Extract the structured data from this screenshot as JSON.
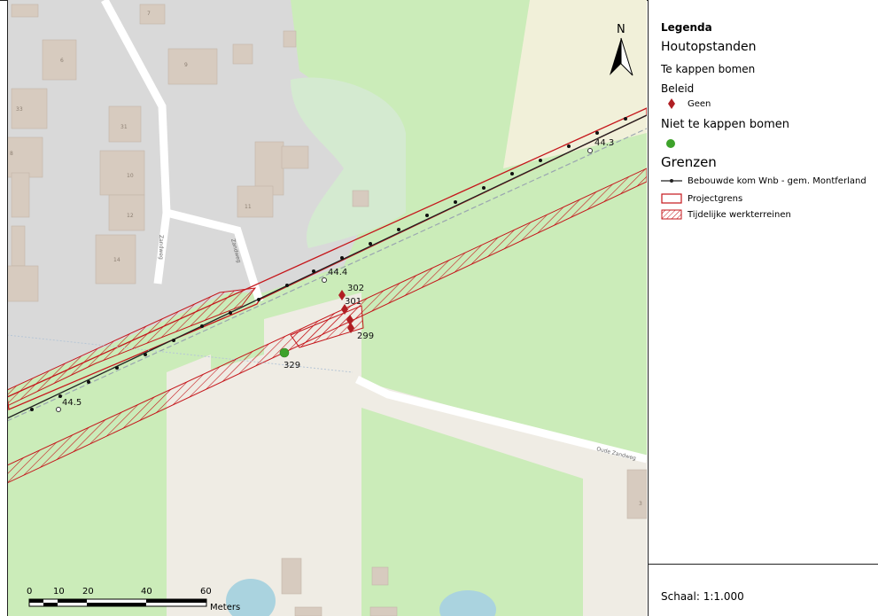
{
  "legend": {
    "title": "Legenda",
    "group_main": "Houtopstanden",
    "sub_cut": "Te kappen bomen",
    "sub_policy": "Beleid",
    "item_geen": "Geen",
    "sub_not_cut": "Niet te kappen bomen",
    "group_borders": "Grenzen",
    "item_bebouwde_kom": "Bebouwde kom Wnb - gem. Montferland",
    "item_projectgrens": "Projectgrens",
    "item_werkterreinen": "Tijdelijke werkterreinen",
    "scale": "Schaal: 1:1.000"
  },
  "map": {
    "north": "N",
    "trees_cut": [
      "302",
      "301",
      "299"
    ],
    "tree_keep": "329",
    "kom_labels": [
      "44.3",
      "44.4",
      "44.5"
    ],
    "street_labels": [
      "Zandweg",
      "Zandweg",
      "Oude Zandweg"
    ],
    "house_numbers": [
      "7",
      "6",
      "9",
      "33",
      "31",
      "8",
      "10",
      "11",
      "12",
      "14",
      "3"
    ],
    "scalebar": {
      "ticks": [
        "0",
        "10",
        "20",
        "40",
        "60"
      ],
      "unit": "Meters"
    }
  },
  "colors": {
    "green": "#cbecb9",
    "grey": "#d8d8d8",
    "path": "#f1ede6",
    "building": "#d7cbbf",
    "red": "#c5161b",
    "tree_cut": "#b01e23",
    "tree_keep": "#3da22a",
    "water": "#aad3df"
  }
}
